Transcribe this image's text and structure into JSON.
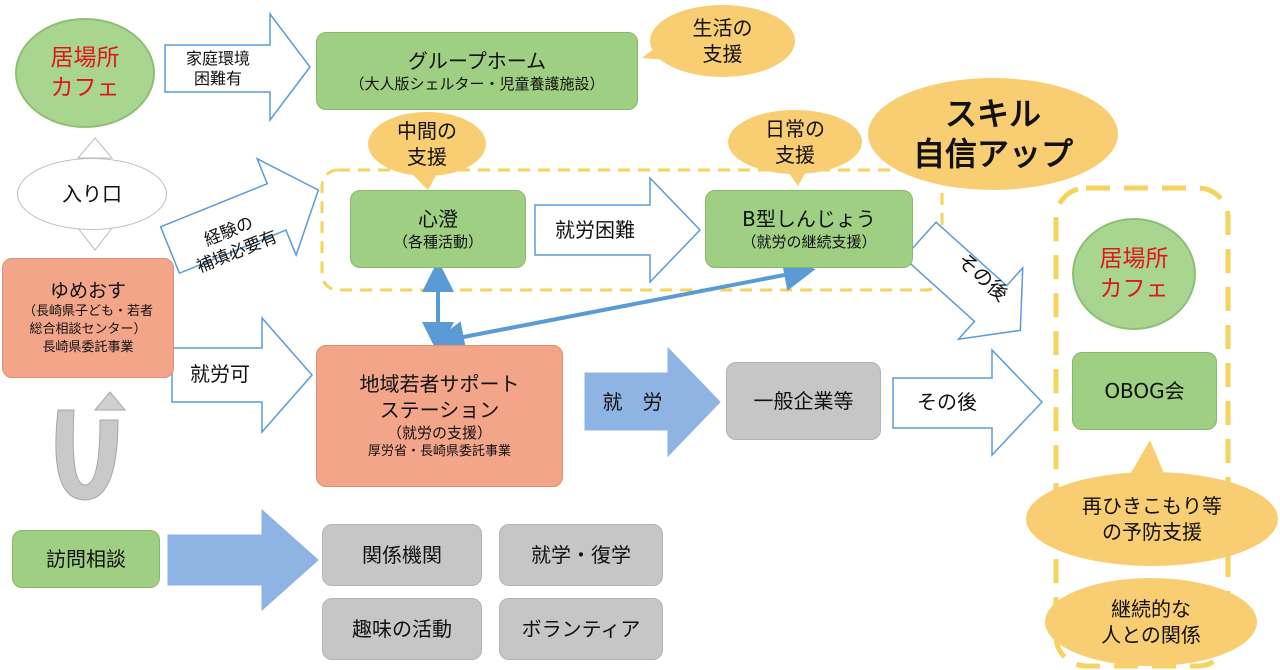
{
  "ibasho_top": {
    "line1": "居場所",
    "line2": "カフェ"
  },
  "family_label": {
    "line1": "家庭環境",
    "line2": "困難有"
  },
  "group_home": {
    "title": "グループホーム",
    "sub": "（大人版シェルター・児童養護施設）"
  },
  "life_support": {
    "line1": "生活の",
    "line2": "支援"
  },
  "middle_support": {
    "line1": "中間の",
    "line2": "支援"
  },
  "daily_support": {
    "line1": "日常の",
    "line2": "支援"
  },
  "skill_up": {
    "line1": "スキル",
    "line2": "自信アップ"
  },
  "entrance": "入り口",
  "experience_label": {
    "line1": "経験の",
    "line2": "補填必要有"
  },
  "shincho": {
    "title": "心澄",
    "sub": "（各種活動）"
  },
  "work_difficult": "就労困難",
  "type_b": {
    "title": "B型しんじょう",
    "sub": "（就労の継続支援）"
  },
  "afterwards_diag": "その後",
  "yumeosu": {
    "title": "ゆめおす",
    "line2": "（長崎県子ども・若者",
    "line3": "総合相談センター）",
    "line4": "長崎県委託事業"
  },
  "work_possible": "就労可",
  "station": {
    "line1": "地域若者サポート",
    "line2": "ステーション",
    "line3": "（就労の支援）",
    "line4": "厚労省・長崎県委託事業"
  },
  "work_arrow": "就　労",
  "general_company": "一般企業等",
  "afterwards": "その後",
  "ibasho_right": {
    "line1": "居場所",
    "line2": "カフェ"
  },
  "obog": "OBOG会",
  "prevention": {
    "line1": "再ひきこもり等",
    "line2": "の予防支援"
  },
  "relationship": {
    "line1": "継続的な",
    "line2": "人との関係"
  },
  "visit": "訪問相談",
  "related_org": "関係機関",
  "school": "就学・復学",
  "hobby": "趣味の活動",
  "volunteer": "ボランティア",
  "colors": {
    "green": "#9fcf82",
    "orange": "#f3a58a",
    "gray": "#c6c6c6",
    "bubble": "#f9cd72",
    "dash": "#f4d35e",
    "blue_arrow": "#5b9bd5",
    "red_text": "#e0161b"
  }
}
